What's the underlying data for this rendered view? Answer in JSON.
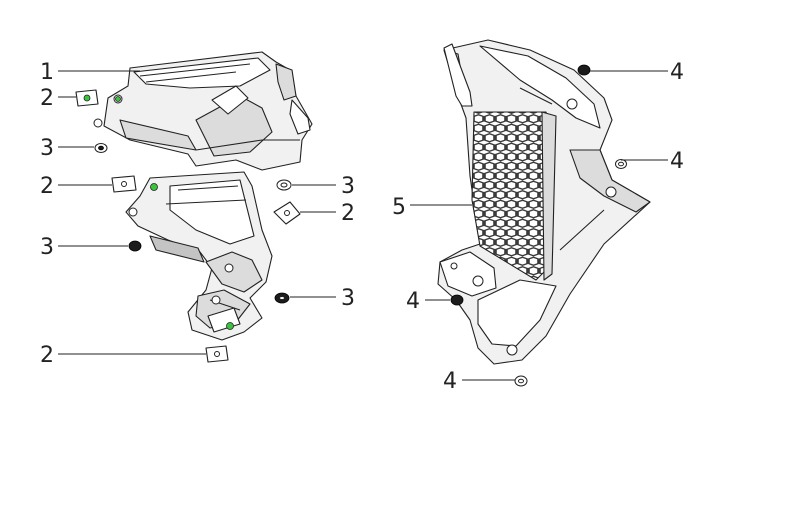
{
  "callouts": {
    "left": [
      {
        "number": "1",
        "part": "left-duct-panel"
      },
      {
        "number": "2",
        "part": "clip-nut-upper"
      },
      {
        "number": "3",
        "part": "grommet-upper"
      },
      {
        "number": "2",
        "part": "clip-nut-middle"
      },
      {
        "number": "3",
        "part": "grommet-right-upper"
      },
      {
        "number": "2",
        "part": "clip-nut-right"
      },
      {
        "number": "3",
        "part": "grommet-lower-left"
      },
      {
        "number": "3",
        "part": "grommet-lower-right"
      },
      {
        "number": "2",
        "part": "clip-nut-bottom"
      }
    ],
    "right": [
      {
        "number": "4",
        "part": "nut-top"
      },
      {
        "number": "4",
        "part": "nut-right"
      },
      {
        "number": "5",
        "part": "mesh-grille"
      },
      {
        "number": "4",
        "part": "nut-lower-left"
      },
      {
        "number": "4",
        "part": "nut-bottom"
      }
    ]
  },
  "colors": {
    "line": "#222222",
    "accent_clip": "#3cc43c",
    "nut_dark": "#1c1c1c",
    "panel_shade": "#dcdcdc"
  }
}
